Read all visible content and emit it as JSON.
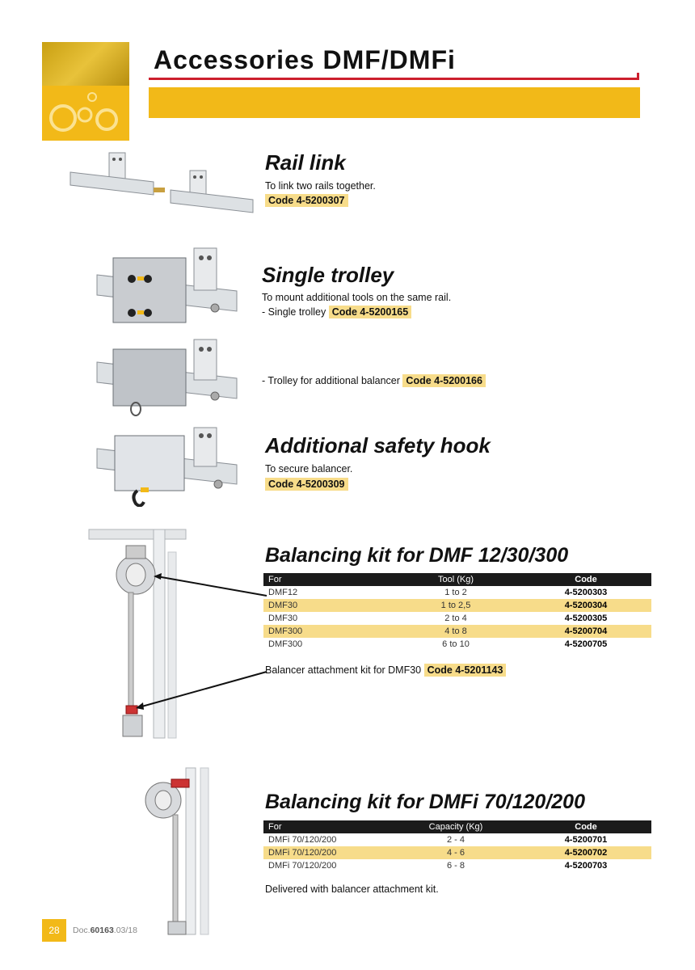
{
  "header": {
    "title": "Accessories DMF/DMFi"
  },
  "rail_link": {
    "title": "Rail link",
    "desc": "To link two rails together.",
    "code": "Code 4-5200307"
  },
  "single_trolley": {
    "title": "Single trolley",
    "desc": "To mount additional tools on the same rail.",
    "line1_text": "- Single trolley",
    "line1_code": "Code 4-5200165",
    "line2_text": "- Trolley for additional balancer",
    "line2_code": "Code 4-5200166"
  },
  "safety_hook": {
    "title": "Additional safety hook",
    "desc": "To secure balancer.",
    "code": "Code 4-5200309"
  },
  "kit_dmf": {
    "title": "Balancing kit for DMF 12/30/300",
    "headers": [
      "For",
      "Tool (Kg)",
      "Code"
    ],
    "rows": [
      [
        "DMF12",
        "1 to 2",
        "4-5200303"
      ],
      [
        "DMF30",
        "1 to 2,5",
        "4-5200304"
      ],
      [
        "DMF30",
        "2 to 4",
        "4-5200305"
      ],
      [
        "DMF300",
        "4 to 8",
        "4-5200704"
      ],
      [
        "DMF300",
        "6 to 10",
        "4-5200705"
      ]
    ],
    "attach_text": "Balancer attachment kit for DMF30",
    "attach_code": "Code 4-5201143"
  },
  "kit_dmfi": {
    "title": "Balancing kit for DMFi 70/120/200",
    "headers": [
      "For",
      "Capacity (Kg)",
      "Code"
    ],
    "rows": [
      [
        "DMFi 70/120/200",
        "2 - 4",
        "4-5200701"
      ],
      [
        "DMFi 70/120/200",
        "4 - 6",
        "4-5200702"
      ],
      [
        "DMFi 70/120/200",
        "6 - 8",
        "4-5200703"
      ]
    ],
    "note": "Delivered with balancer attachment kit."
  },
  "footer": {
    "page": "28",
    "doc_prefix": "Doc.",
    "doc_num": "60163",
    "doc_suffix": ".03/18"
  },
  "colors": {
    "accent_yellow": "#f2b918",
    "highlight": "#f7dc8a",
    "rule_red": "#cc1f2d",
    "table_header": "#1b1b1b"
  }
}
